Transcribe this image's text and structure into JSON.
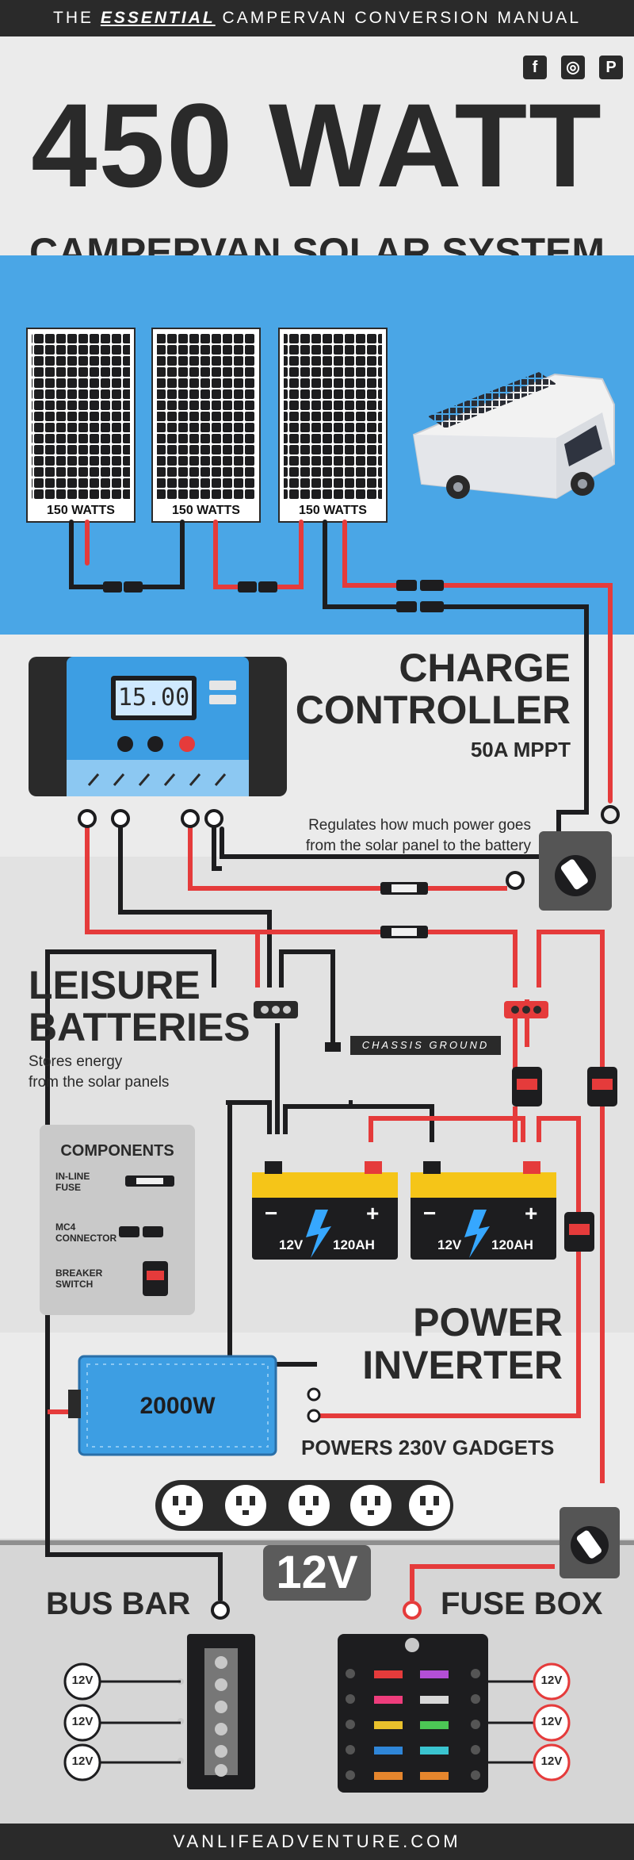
{
  "header": {
    "manual_prefix": "THE ",
    "manual_emph": "ESSENTIAL",
    "manual_suffix": " CAMPERVAN CONVERSION MANUAL",
    "social": [
      "f",
      "◎",
      "P"
    ]
  },
  "title": {
    "main": "450 WATT",
    "sub": "CAMPERVAN SOLAR SYSTEM"
  },
  "panels": [
    {
      "label": "150 WATTS"
    },
    {
      "label": "150 WATTS"
    },
    {
      "label": "150 WATTS"
    }
  ],
  "controller": {
    "title_line1": "CHARGE",
    "title_line2": "CONTROLLER",
    "spec": "50A MPPT",
    "display": "15.00",
    "desc_line1": "Regulates how much power goes",
    "desc_line2": "from the solar panel to the battery"
  },
  "leisure": {
    "title_line1": "LEISURE",
    "title_line2": "BATTERIES",
    "desc_line1": "Stores energy",
    "desc_line2": "from the solar panels",
    "chassis": "CHASSIS GROUND"
  },
  "components": {
    "title": "COMPONENTS",
    "fuse": [
      "IN-LINE",
      "FUSE"
    ],
    "mc4": [
      "MC4",
      "CONNECTOR"
    ],
    "breaker": [
      "BREAKER",
      "SWITCH"
    ]
  },
  "batteries": [
    {
      "minus": "−",
      "plus": "+",
      "voltage": "12V",
      "capacity": "120AH"
    },
    {
      "minus": "−",
      "plus": "+",
      "voltage": "12V",
      "capacity": "120AH"
    }
  ],
  "inverter": {
    "title_line1": "POWER",
    "title_line2": "INVERTER",
    "rating": "2000W",
    "desc": "POWERS 230V GADGETS"
  },
  "twelve_v": "12V",
  "bus_bar": {
    "title": "BUS BAR",
    "badges": [
      "12V",
      "12V",
      "12V"
    ]
  },
  "fuse_box": {
    "title": "FUSE BOX",
    "badges": [
      "12V",
      "12V",
      "12V"
    ]
  },
  "footer": {
    "site": "VANLIFEADVENTURE.COM"
  },
  "colors": {
    "sky": "#4aa6e6",
    "dark": "#2a2a2a",
    "wire_red": "#e53b3b",
    "battery_yellow": "#f5c518",
    "controller_blue": "#3d9ee3"
  }
}
